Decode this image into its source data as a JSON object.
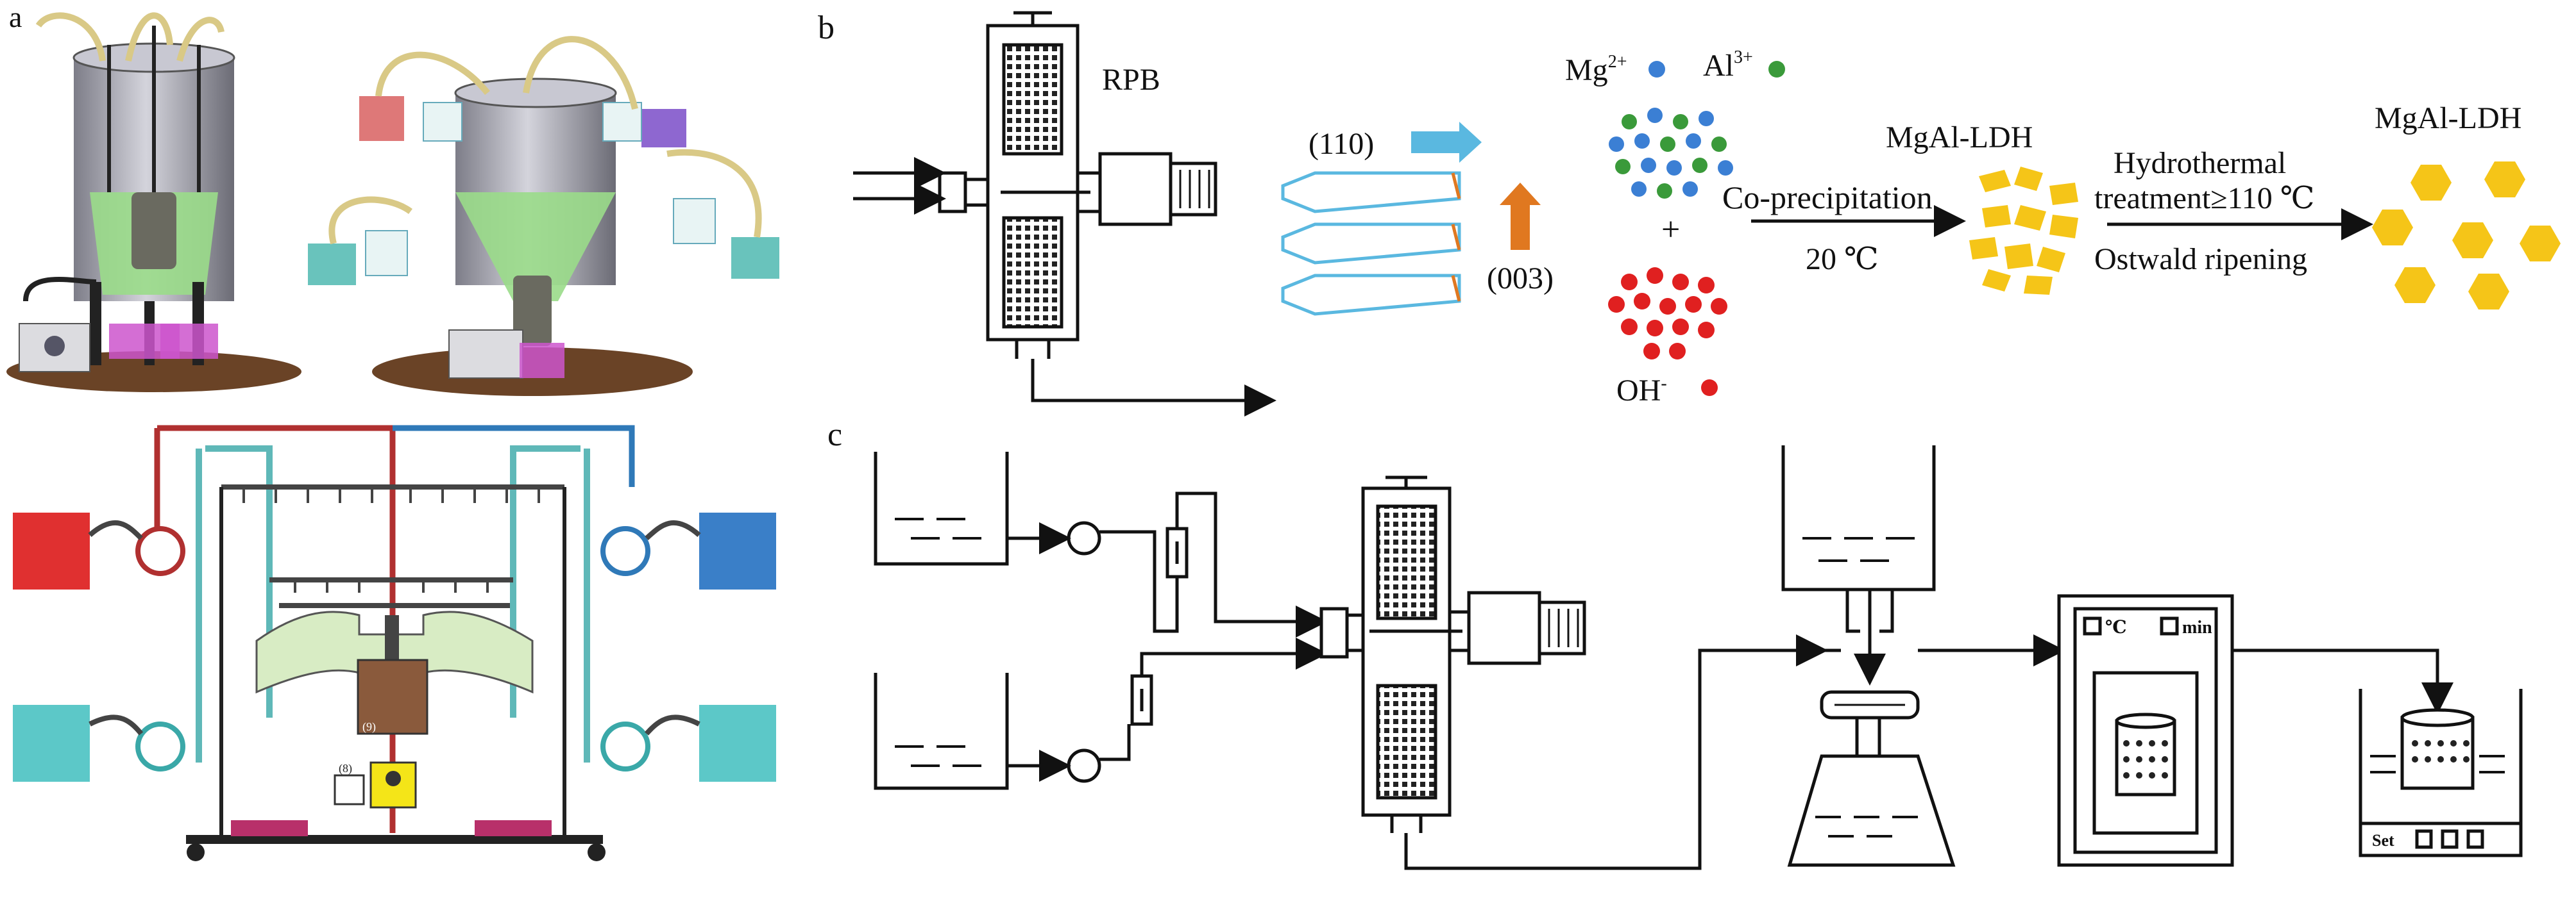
{
  "panels": {
    "a": {
      "label": "a",
      "inset_code": "(8)",
      "brown_box_code": "(9)"
    },
    "b": {
      "label": "b",
      "reactor": "RPB",
      "plane_110": "(110)",
      "plane_003": "(003)",
      "ion_mg": "Mg",
      "ion_mg_charge": "2+",
      "ion_al": "Al",
      "ion_al_charge": "3+",
      "ion_oh": "OH",
      "ion_oh_charge": "-",
      "plus": "+",
      "product1": "MgAl-LDH",
      "step1_top": "Co-precipitation",
      "step1_bottom": "20 ℃",
      "step2_top1": "Hydrothermal",
      "step2_top2": "treatment≥110 ℃",
      "step2_bottom": "Ostwald ripening",
      "product2": "MgAl-LDH"
    },
    "c": {
      "label": "c",
      "oven_unit1": "℃",
      "oven_unit2": "min",
      "bath_set": "Set"
    }
  },
  "colors": {
    "mg_dot": "#3b7fd4",
    "al_dot": "#3a9a3a",
    "oh_dot": "#e02020",
    "ldh_yellow": "#f5c518",
    "arrow_blue": "#5ab8e0",
    "arrow_orange": "#e07820",
    "pump_red": "#e03030",
    "pump_blue": "#3a7fc8",
    "pump_cyan": "#5cc8c8"
  }
}
